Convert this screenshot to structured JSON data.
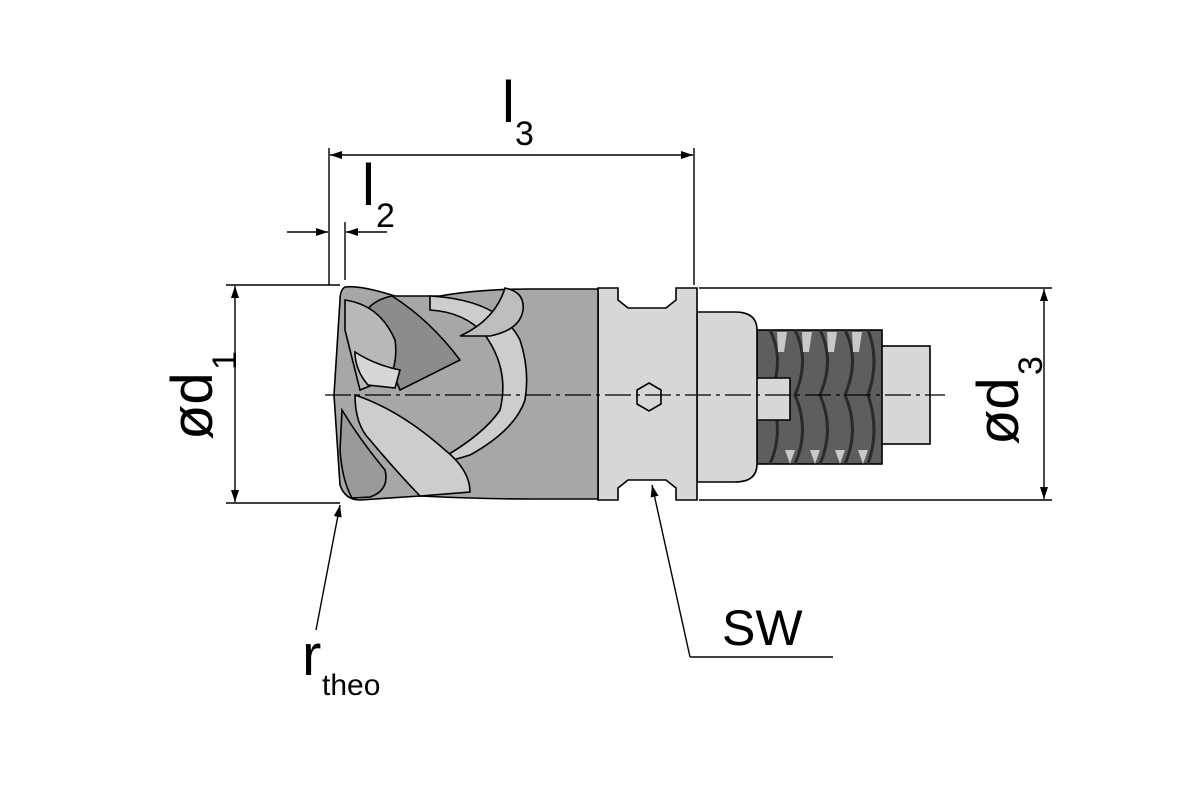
{
  "labels": {
    "l3": {
      "main": "l",
      "sub": "3"
    },
    "l2": {
      "main": "l",
      "sub": "2"
    },
    "d1": {
      "main": "ød",
      "sub": "1"
    },
    "d3": {
      "main": "ød",
      "sub": "3"
    },
    "rtheo": {
      "main": "r",
      "sub": "theo"
    },
    "sw": "SW"
  },
  "colors": {
    "body": "#a7a7a7",
    "body_dark": "#8c8c8c",
    "shank": "#d7d7d7",
    "thread": "#5e5e5e",
    "highlight": "#cdcdcd",
    "line": "#000000"
  }
}
